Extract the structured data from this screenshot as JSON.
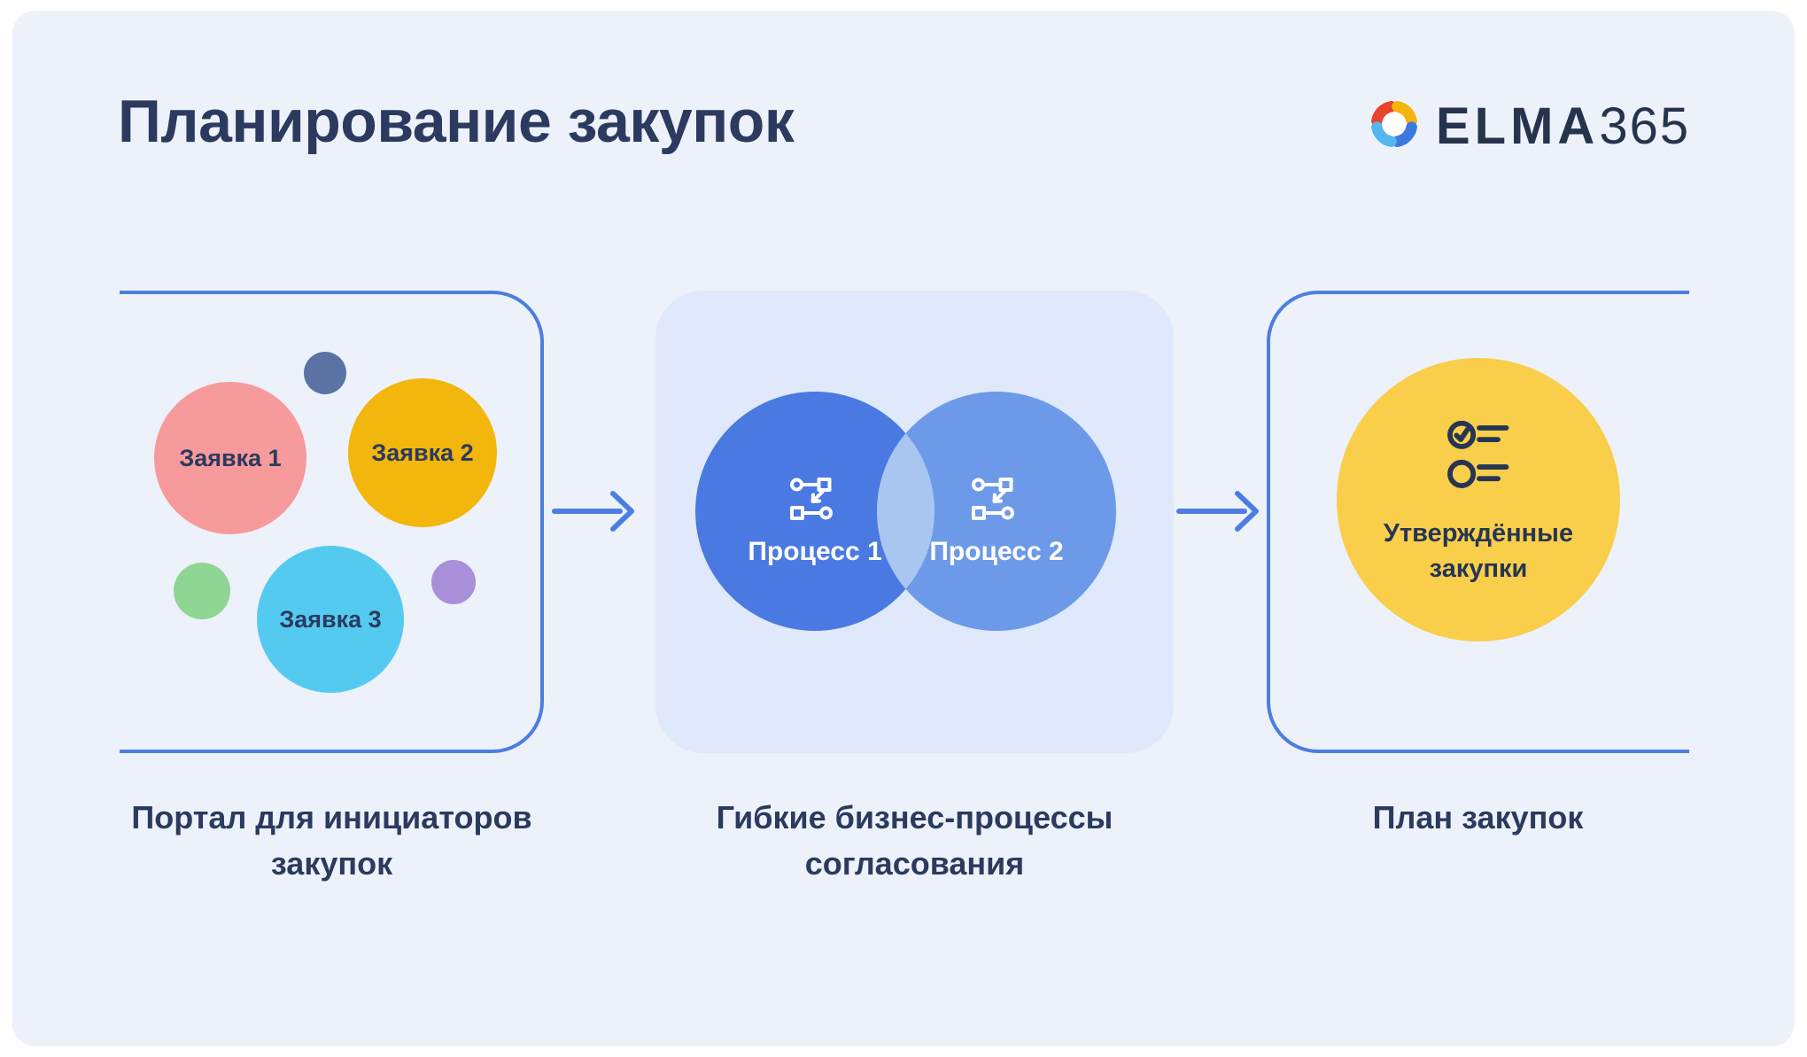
{
  "page": {
    "title": "Планирование закупок",
    "background_color": "#EDF1FA",
    "text_color": "#2B3A5E",
    "accent_color": "#4C7EE1"
  },
  "brand": {
    "logo_bold": "ELMA",
    "logo_light": "365",
    "icon": "elma-pinwheel-icon",
    "icon_colors": {
      "red": "#E8432D",
      "yellow": "#F5B30D",
      "blue": "#3D77E0",
      "light_blue": "#56B7F0"
    }
  },
  "flow": {
    "arrow_color": "#4C7EE1",
    "arrow_count": 2
  },
  "sections": {
    "portal": {
      "caption_line1": "Портал для инициаторов",
      "caption_line2": "закупок",
      "bubbles": [
        {
          "label": "Заявка 1",
          "color": "#F79A9B"
        },
        {
          "label": "Заявка 2",
          "color": "#F2B60C"
        },
        {
          "label": "Заявка 3",
          "color": "#55CAF1"
        }
      ],
      "decor_bubbles": [
        {
          "name": "slate",
          "color": "#5A73A4"
        },
        {
          "name": "green",
          "color": "#8FD593"
        },
        {
          "name": "purple",
          "color": "#A98FD8"
        }
      ]
    },
    "processes": {
      "caption_line1": "Гибкие бизнес-процессы",
      "caption_line2": "согласования",
      "panel_color": "#DFE9FB",
      "circles": [
        {
          "label": "Процесс 1",
          "color": "#4A79E2",
          "icon": "process-flow-icon"
        },
        {
          "label": "Процесс 2",
          "color": "#6D9AE8",
          "icon": "process-flow-icon"
        }
      ],
      "overlap_color": "#A9C6F1"
    },
    "plan": {
      "caption_line1": "План закупок",
      "bubble_color": "#F8CE4B",
      "bubble_label_line1": "Утверждённые",
      "bubble_label_line2": "закупки",
      "icon": "checklist-icon",
      "icon_color": "#263553"
    }
  }
}
